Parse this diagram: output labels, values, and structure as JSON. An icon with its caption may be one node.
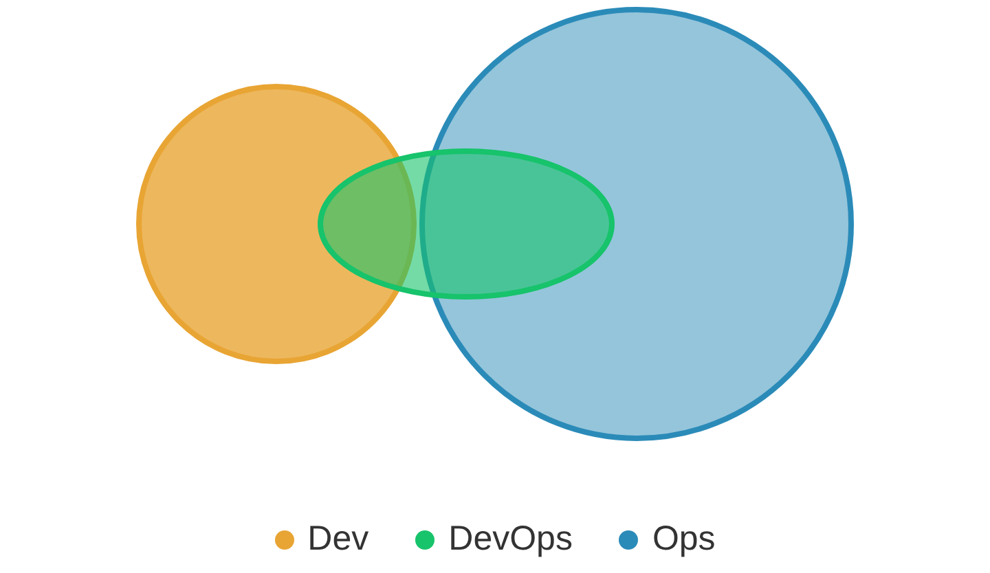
{
  "diagram": {
    "legend": [
      {
        "text": "Dev",
        "color": "#e8a534"
      },
      {
        "text": "DevOps",
        "color": "#17c36b"
      },
      {
        "text": "Ops",
        "color": "#2b8bb8"
      }
    ]
  }
}
